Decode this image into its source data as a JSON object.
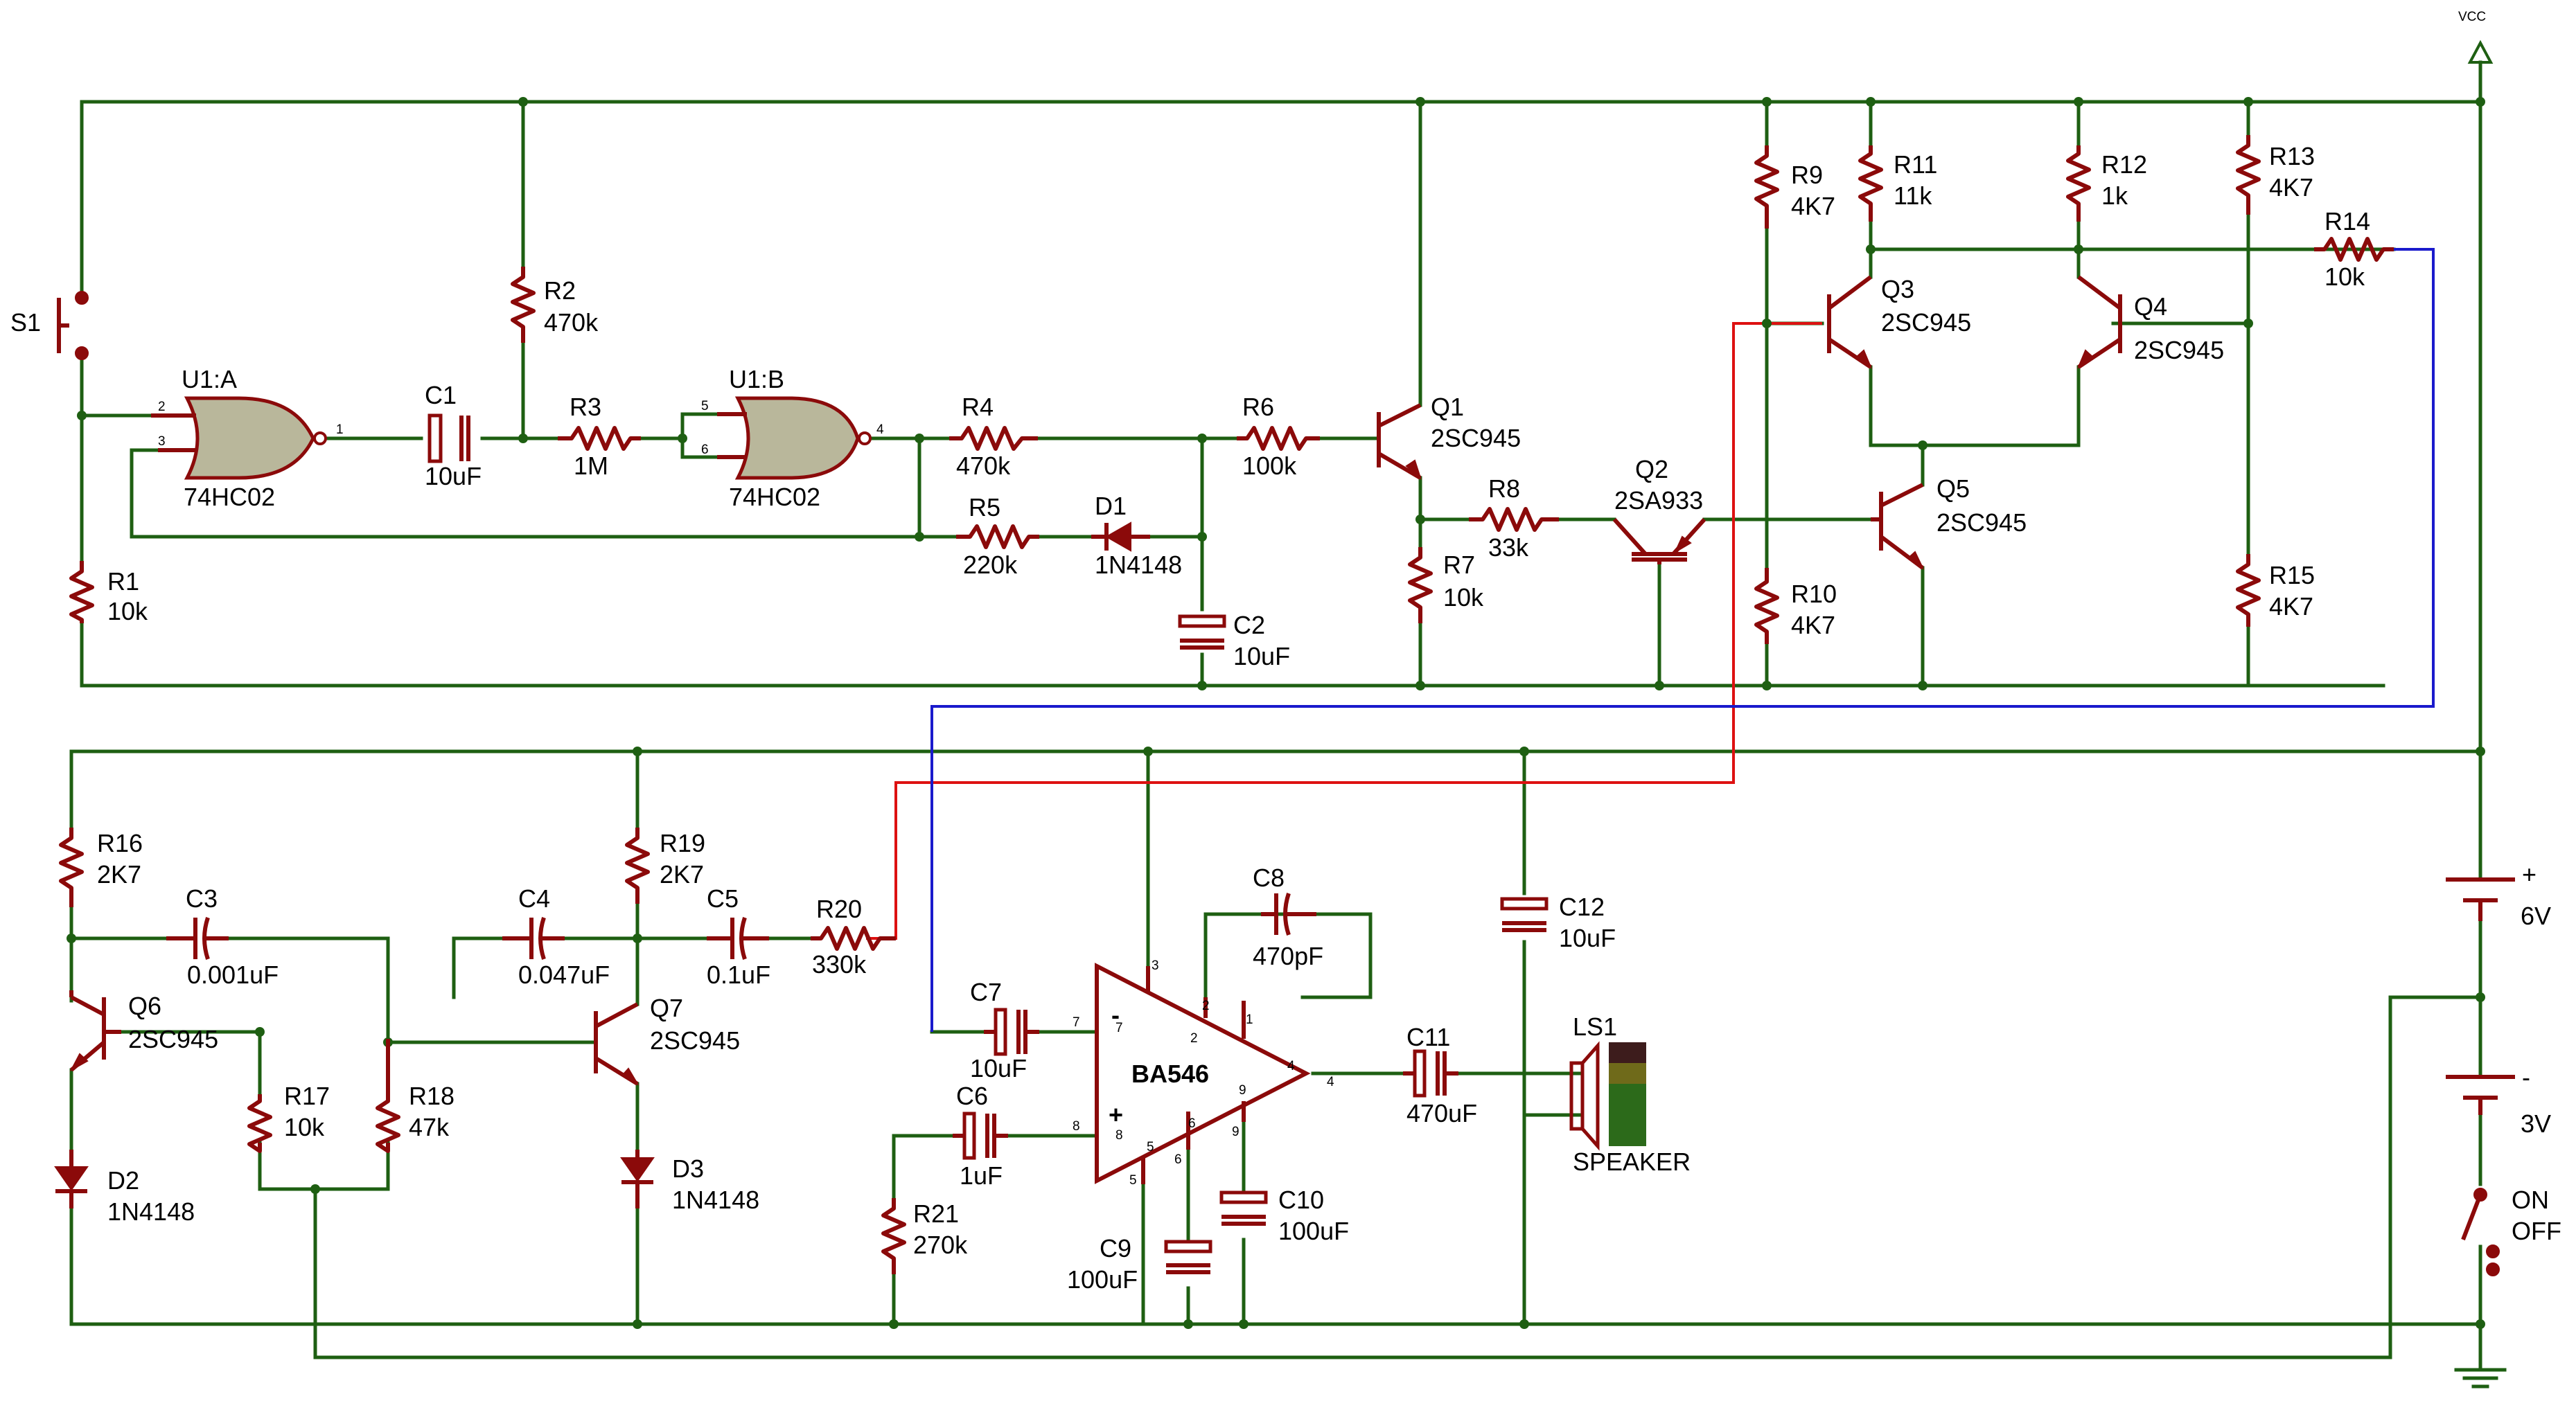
{
  "vcc_label": "VCC",
  "switch_s1": "S1",
  "switch_on": "ON",
  "switch_off": "OFF",
  "gates": [
    {
      "name": "U1:A",
      "part": "74HC02",
      "pin_in1": "2",
      "pin_in2": "3",
      "pin_out": "1"
    },
    {
      "name": "U1:B",
      "part": "74HC02",
      "pin_in1": "5",
      "pin_in2": "6",
      "pin_out": "4"
    }
  ],
  "resistors": {
    "R1": {
      "name": "R1",
      "value": "10k"
    },
    "R2": {
      "name": "R2",
      "value": "470k"
    },
    "R3": {
      "name": "R3",
      "value": "1M"
    },
    "R4": {
      "name": "R4",
      "value": "470k"
    },
    "R5": {
      "name": "R5",
      "value": "220k"
    },
    "R6": {
      "name": "R6",
      "value": "100k"
    },
    "R7": {
      "name": "R7",
      "value": "10k"
    },
    "R8": {
      "name": "R8",
      "value": "33k"
    },
    "R9": {
      "name": "R9",
      "value": "4K7"
    },
    "R10": {
      "name": "R10",
      "value": "4K7"
    },
    "R11": {
      "name": "R11",
      "value": "11k"
    },
    "R12": {
      "name": "R12",
      "value": "1k"
    },
    "R13": {
      "name": "R13",
      "value": "4K7"
    },
    "R14": {
      "name": "R14",
      "value": "10k"
    },
    "R15": {
      "name": "R15",
      "value": "4K7"
    },
    "R16": {
      "name": "R16",
      "value": "2K7"
    },
    "R17": {
      "name": "R17",
      "value": "10k"
    },
    "R18": {
      "name": "R18",
      "value": "47k"
    },
    "R19": {
      "name": "R19",
      "value": "2K7"
    },
    "R20": {
      "name": "R20",
      "value": "330k"
    },
    "R21": {
      "name": "R21",
      "value": "270k"
    }
  },
  "capacitors": {
    "C1": {
      "name": "C1",
      "value": "10uF"
    },
    "C2": {
      "name": "C2",
      "value": "10uF"
    },
    "C3": {
      "name": "C3",
      "value": "0.001uF"
    },
    "C4": {
      "name": "C4",
      "value": "0.047uF"
    },
    "C5": {
      "name": "C5",
      "value": "0.1uF"
    },
    "C6": {
      "name": "C6",
      "value": "1uF"
    },
    "C7": {
      "name": "C7",
      "value": "10uF"
    },
    "C8": {
      "name": "C8",
      "value": "470pF"
    },
    "C9": {
      "name": "C9",
      "value": "100uF"
    },
    "C10": {
      "name": "C10",
      "value": "100uF"
    },
    "C11": {
      "name": "C11",
      "value": "470uF"
    },
    "C12": {
      "name": "C12",
      "value": "10uF"
    }
  },
  "diodes": {
    "D1": {
      "name": "D1",
      "value": "1N4148"
    },
    "D2": {
      "name": "D2",
      "value": "1N4148"
    },
    "D3": {
      "name": "D3",
      "value": "1N4148"
    }
  },
  "transistors": {
    "Q1": {
      "name": "Q1",
      "value": "2SC945"
    },
    "Q2": {
      "name": "Q2",
      "value": "2SA933"
    },
    "Q3": {
      "name": "Q3",
      "value": "2SC945"
    },
    "Q4": {
      "name": "Q4",
      "value": "2SC945"
    },
    "Q5": {
      "name": "Q5",
      "value": "2SC945"
    },
    "Q6": {
      "name": "Q6",
      "value": "2SC945"
    },
    "Q7": {
      "name": "Q7",
      "value": "2SC945"
    }
  },
  "amplifier": {
    "name": "BA546",
    "minus": "-",
    "plus": "+",
    "pins": {
      "p1": "1",
      "p2": "2",
      "p3": "3",
      "p4": "4",
      "p5": "5",
      "p6": "6",
      "p7": "7",
      "p8": "8",
      "p9": "9"
    },
    "ext_pin7": "7",
    "ext_pin8": "8",
    "ext_pin4": "4",
    "ext_pin6": "6"
  },
  "speaker": {
    "name": "LS1",
    "label": "SPEAKER"
  },
  "batteries": [
    {
      "plus": "+",
      "value": "6V"
    },
    {
      "minus": "-",
      "value": "3V"
    }
  ],
  "colors": {
    "wire": "#1e5f12",
    "component": "#8b0a0a",
    "red_wire": "#dd1111",
    "blue_wire": "#1a1acc",
    "speaker_dark": "#3d1c1c",
    "speaker_mid": "#6f6a1a",
    "speaker_green": "#2c6a1a"
  }
}
